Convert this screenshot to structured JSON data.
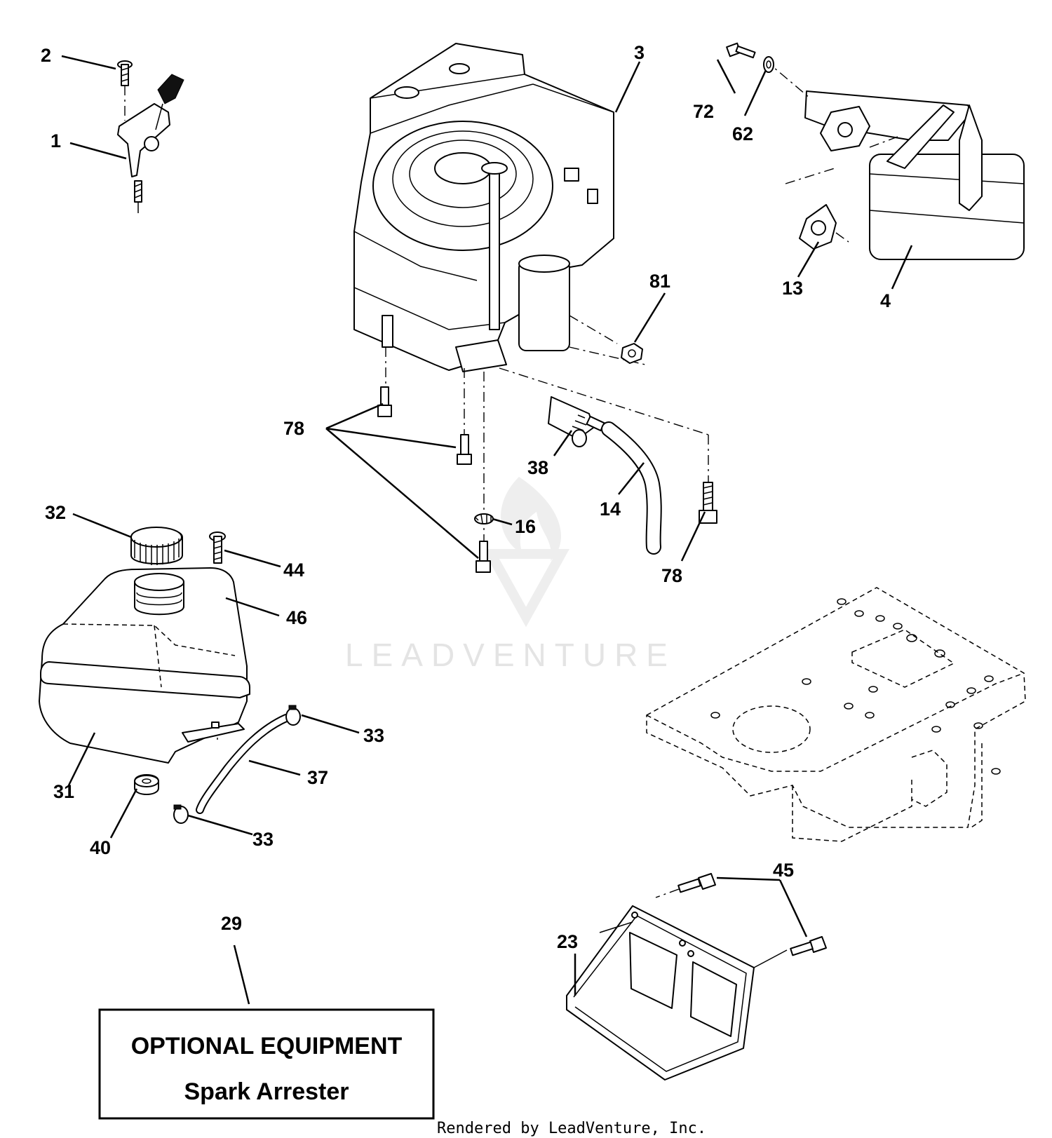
{
  "callouts": {
    "c1": "1",
    "c2": "2",
    "c3": "3",
    "c4": "4",
    "c13": "13",
    "c14": "14",
    "c16": "16",
    "c23": "23",
    "c29": "29",
    "c31": "31",
    "c32": "32",
    "c33a": "33",
    "c33b": "33",
    "c37": "37",
    "c38": "38",
    "c40": "40",
    "c44": "44",
    "c45": "45",
    "c46": "46",
    "c62": "62",
    "c72": "72",
    "c78a": "78",
    "c78b": "78",
    "c81": "81"
  },
  "optional_box": {
    "line1": "OPTIONAL EQUIPMENT",
    "line2": "Spark Arrester"
  },
  "footer": {
    "credit": "Rendered by LeadVenture, Inc."
  },
  "watermark": {
    "text": "LEADVENTURE"
  }
}
